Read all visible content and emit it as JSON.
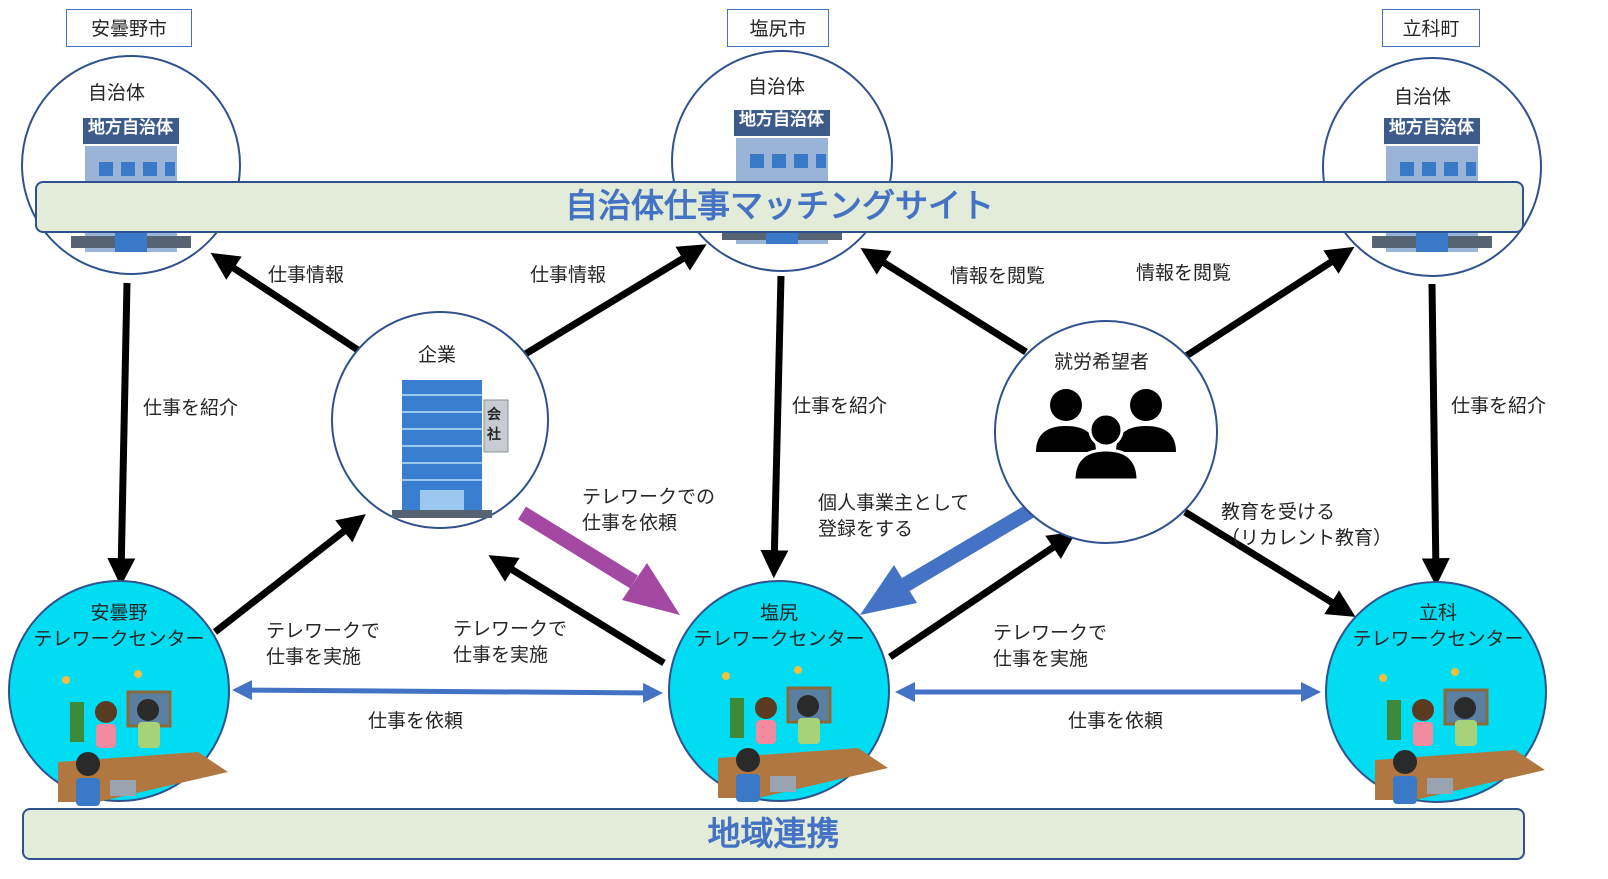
{
  "cities": {
    "azumino": "安曇野市",
    "shiojiri": "塩尻市",
    "tateshina": "立科町"
  },
  "government": {
    "label": "自治体",
    "sign": "地方自治体"
  },
  "matching_site": "自治体仕事マッチングサイト",
  "regional_cooperation": "地域連携",
  "company": {
    "label": "企業",
    "sign_line1": "会",
    "sign_line2": "社"
  },
  "job_seekers": "就労希望者",
  "centers": {
    "azumino": "安曇野\nテレワークセンター",
    "shiojiri": "塩尻\nテレワークセンター",
    "tateshina": "立科\nテレワークセンター"
  },
  "edges": {
    "job_info": "仕事情報",
    "view_info": "情報を閲覧",
    "introduce_job": "仕事を紹介",
    "telework_request": "テレワークでの\n仕事を依頼",
    "register_sole": "個人事業主として\n登録をする",
    "education": "教育を受ける\n（リカレント教育）",
    "telework_do": "テレワークで\n仕事を実施",
    "request_job": "仕事を依頼"
  },
  "colors": {
    "accent_blue": "#4472c4",
    "purple_arrow": "#a349a4",
    "band_fill": "#e2ecd9",
    "center_fill": "#00dcf2"
  }
}
